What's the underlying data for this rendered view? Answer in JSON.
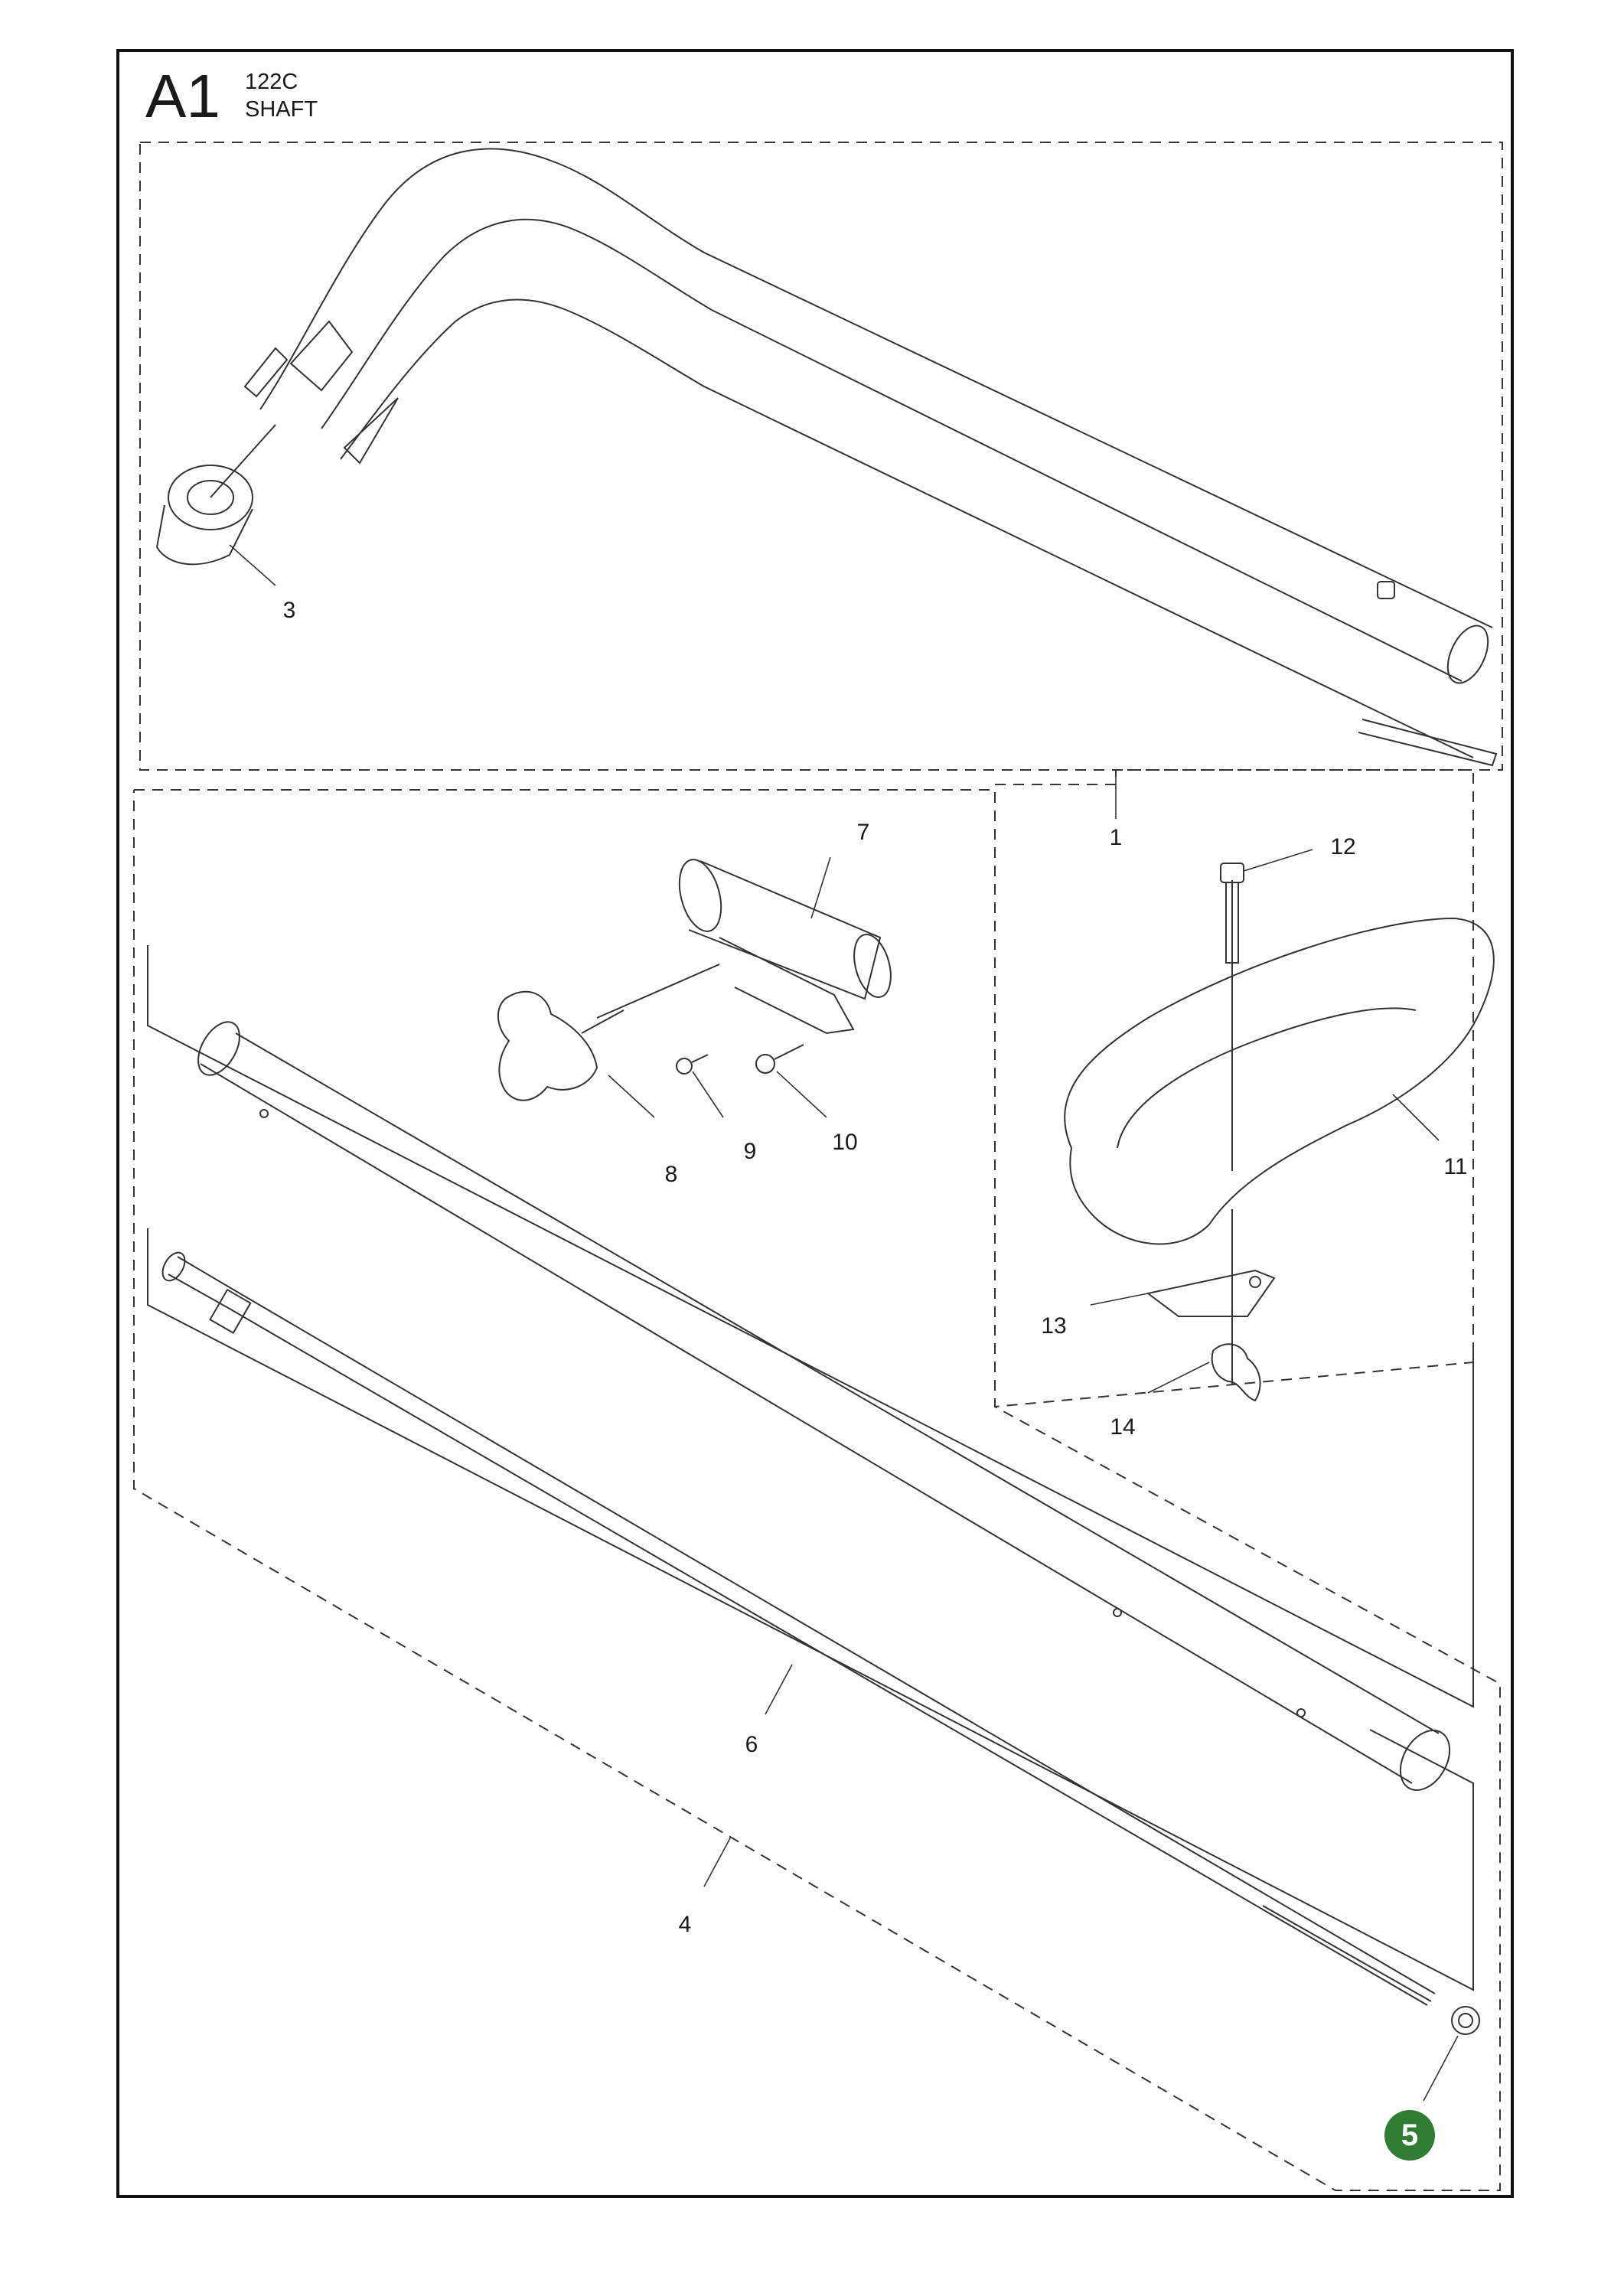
{
  "header": {
    "section_code": "A1",
    "model": "122C",
    "section_name": "SHAFT"
  },
  "highlight_color": "#2e7d32",
  "callouts": [
    {
      "label": "1"
    },
    {
      "label": "3"
    },
    {
      "label": "4"
    },
    {
      "label": "5",
      "highlighted": true
    },
    {
      "label": "6"
    },
    {
      "label": "7"
    },
    {
      "label": "8"
    },
    {
      "label": "9"
    },
    {
      "label": "10"
    },
    {
      "label": "11"
    },
    {
      "label": "12"
    },
    {
      "label": "13"
    },
    {
      "label": "14"
    }
  ],
  "parts": [
    "curved-shaft",
    "bearing-cap",
    "drive-shaft-assembly",
    "circlip",
    "tube",
    "handle-bracket",
    "knob",
    "screw",
    "screw",
    "loop-handle",
    "bolt",
    "clamp-plate",
    "wing-nut"
  ]
}
